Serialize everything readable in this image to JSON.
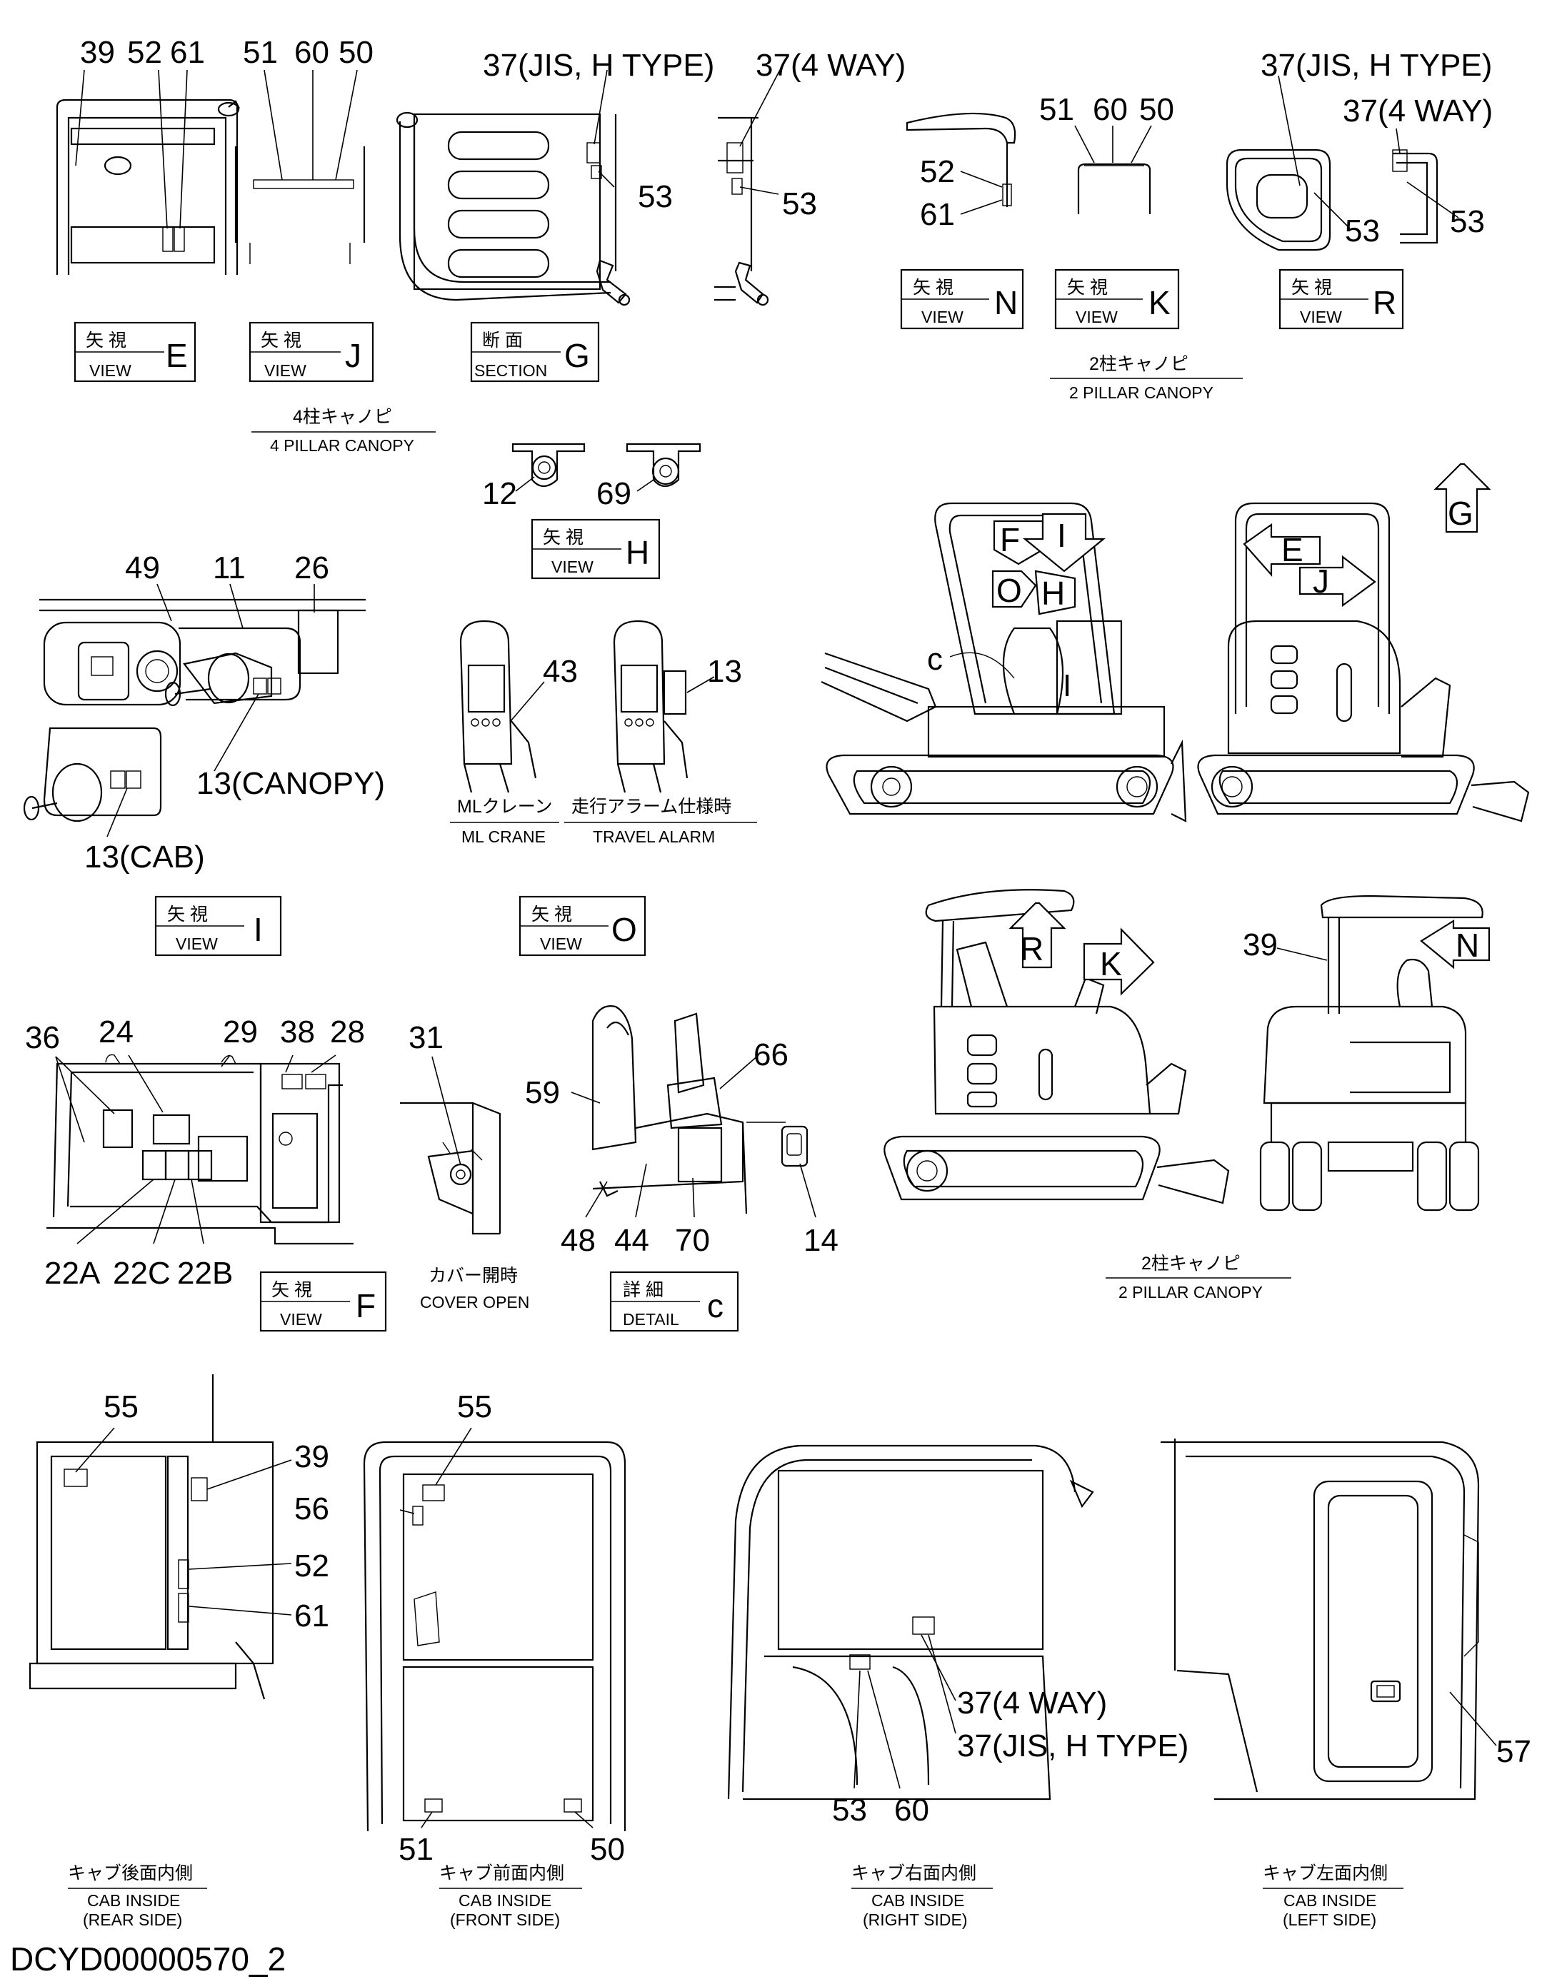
{
  "drawing_number": "DCYD00000570_2",
  "views": {
    "E": {
      "jp": "矢 視",
      "en": "VIEW",
      "letter": "E"
    },
    "J": {
      "jp": "矢 視",
      "en": "VIEW",
      "letter": "J"
    },
    "G": {
      "jp": "断 面",
      "en": "SECTION",
      "letter": "G"
    },
    "N": {
      "jp": "矢 視",
      "en": "VIEW",
      "letter": "N"
    },
    "K": {
      "jp": "矢 視",
      "en": "VIEW",
      "letter": "K"
    },
    "R": {
      "jp": "矢 視",
      "en": "VIEW",
      "letter": "R"
    },
    "H": {
      "jp": "矢 視",
      "en": "VIEW",
      "letter": "H"
    },
    "I": {
      "jp": "矢 視",
      "en": "VIEW",
      "letter": "I"
    },
    "O": {
      "jp": "矢 視",
      "en": "VIEW",
      "letter": "O"
    },
    "F": {
      "jp": "矢 視",
      "en": "VIEW",
      "letter": "F"
    },
    "C": {
      "jp": "詳 細",
      "en": "DETAIL",
      "letter": "c"
    }
  },
  "captions": {
    "pillar4": {
      "jp": "4柱キャノピ",
      "en": "4 PILLAR CANOPY"
    },
    "pillar2_top": {
      "jp": "2柱キャノピ",
      "en": "2 PILLAR CANOPY"
    },
    "pillar2_mid": {
      "jp": "2柱キャノピ",
      "en": "2 PILLAR CANOPY"
    },
    "ml_crane": {
      "jp": "MLクレーン",
      "en": "ML CRANE"
    },
    "travel_alarm": {
      "jp": "走行アラーム仕様時",
      "en": "TRAVEL ALARM"
    },
    "cover_open": {
      "jp": "カバー開時",
      "en": "COVER OPEN"
    },
    "cab_rear": {
      "jp": "キャブ後面内側",
      "en1": "CAB INSIDE",
      "en2": "(REAR SIDE)"
    },
    "cab_front": {
      "jp": "キャブ前面内側",
      "en1": "CAB INSIDE",
      "en2": "(FRONT SIDE)"
    },
    "cab_right": {
      "jp": "キャブ右面内側",
      "en1": "CAB INSIDE",
      "en2": "(RIGHT SIDE)"
    },
    "cab_left": {
      "jp": "キャブ左面内側",
      "en1": "CAB INSIDE",
      "en2": "(LEFT SIDE)"
    }
  },
  "labels": {
    "e39": "39",
    "e52": "52",
    "e61": "61",
    "j51": "51",
    "j60": "60",
    "j50": "50",
    "g37a": "37(JIS, H TYPE)",
    "g53a": "53",
    "g37b": "37(4 WAY)",
    "g53b": "53",
    "n52": "52",
    "n61": "61",
    "k51": "51",
    "k60": "60",
    "k50": "50",
    "r37a": "37(JIS, H TYPE)",
    "r37b": "37(4 WAY)",
    "r53a": "53",
    "r53b": "53",
    "h12": "12",
    "h69": "69",
    "i49": "49",
    "i11": "11",
    "i26": "26",
    "i13canopy": "13(CANOPY)",
    "i13cab": "13(CAB)",
    "o43": "43",
    "o13": "13",
    "m_c": "c",
    "m_i": "I",
    "f36": "36",
    "f24": "24",
    "f29": "29",
    "f38": "38",
    "f28": "28",
    "f22a": "22A",
    "f22c": "22C",
    "f22b": "22B",
    "co31": "31",
    "c59": "59",
    "c66": "66",
    "c48": "48",
    "c44": "44",
    "c70": "70",
    "c14": "14",
    "p39": "39",
    "cr55": "55",
    "cr39": "39",
    "cr52": "52",
    "cr61": "61",
    "cf55": "55",
    "cf56": "56",
    "cf51": "51",
    "cf50": "50",
    "cs37a": "37(4 WAY)",
    "cs37b": "37(JIS, H TYPE)",
    "cs53": "53",
    "cs60": "60",
    "cl57": "57"
  },
  "arrows": {
    "F": "F",
    "I": "I",
    "O": "O",
    "H": "H",
    "E": "E",
    "J": "J",
    "G": "G",
    "R": "R",
    "K": "K",
    "N": "N"
  }
}
